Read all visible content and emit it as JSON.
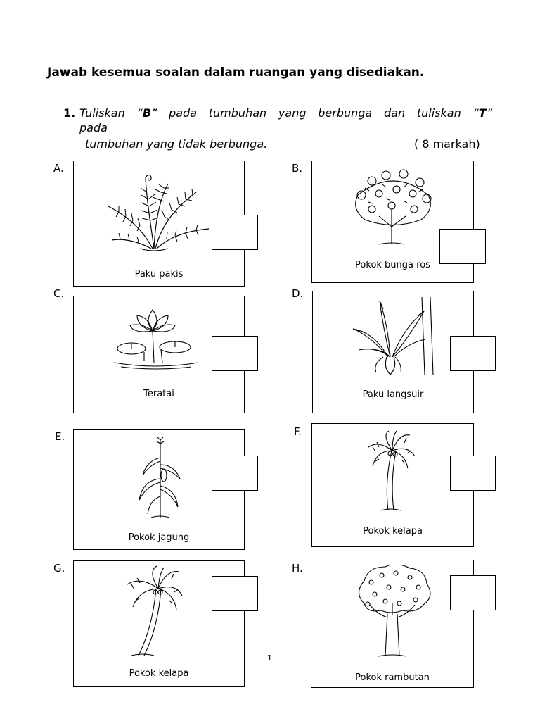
{
  "instruction": "Jawab kesemua soalan dalam ruangan yang disediakan.",
  "question": {
    "number": "1.",
    "line1_a": "Tuliskan “",
    "line1_b": "B",
    "line1_c": "” pada tumbuhan yang berbunga dan tuliskan “",
    "line1_d": "T",
    "line1_e": "”",
    "line2": "pada",
    "line3": "tumbuhan yang tidak berbunga.",
    "marks": "( 8 markah)"
  },
  "items": [
    {
      "letter": "A.",
      "caption": "Paku pakis",
      "icon": "fern-icon"
    },
    {
      "letter": "B.",
      "caption": "Pokok bunga ros",
      "icon": "rose-bush-icon"
    },
    {
      "letter": "C.",
      "caption": "Teratai",
      "icon": "lotus-icon"
    },
    {
      "letter": "D.",
      "caption": "Paku langsuir",
      "icon": "birds-nest-fern-icon"
    },
    {
      "letter": "E.",
      "caption": "Pokok jagung",
      "icon": "corn-plant-icon"
    },
    {
      "letter": "F.",
      "caption": "Pokok kelapa",
      "icon": "coconut-tree-icon"
    },
    {
      "letter": "G.",
      "caption": "Pokok kelapa",
      "icon": "coconut-tree-icon"
    },
    {
      "letter": "H.",
      "caption": "Pokok rambutan",
      "icon": "rambutan-tree-icon"
    }
  ],
  "page_number": "1"
}
